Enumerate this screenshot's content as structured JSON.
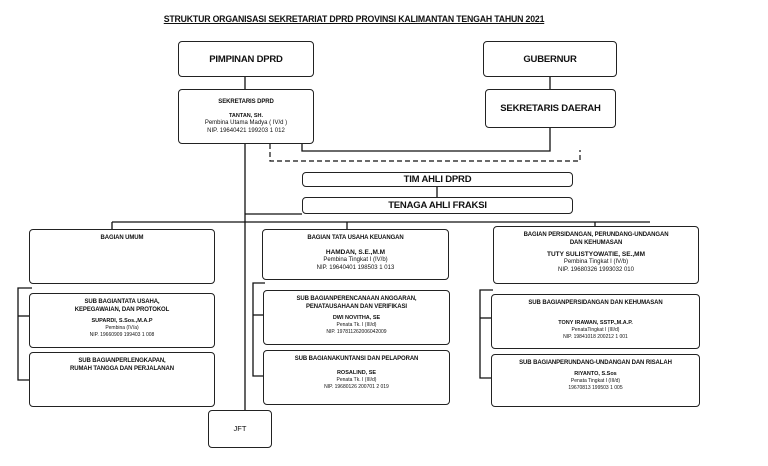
{
  "title": "STRUKTUR ORGANISASI SEKRETARIAT DPRD PROVINSI KALIMANTAN TENGAH TAHUN 2021",
  "pimpinan": "PIMPINAN DPRD",
  "gubernur": "GUBERNUR",
  "sekretaris_daerah": "SEKRETARIS DAERAH",
  "sekretaris_dprd": {
    "title": "SEKRETARIS DPRD",
    "name": "TANTAN, SH.",
    "rank": "Pembina Utama Madya ( IV/d )",
    "nip": "NIP. 19640421  199203 1 012"
  },
  "tim_ahli": "TIM AHLI DPRD",
  "tenaga_ahli": "TENAGA AHLI FRAKSI",
  "bagian_umum": {
    "title": "BAGIAN UMUM",
    "sub1": {
      "title_1": "SUB BAGIANTATA USAHA,",
      "title_2": "KEPEGAWAIAN, DAN PROTOKOL",
      "name": "SUPARDI, S.Sos.,M.A.P",
      "rank": "Pembina (IV/a)",
      "nip": "NIP. 19660909 199403 1 008"
    },
    "sub2": {
      "title_1": "SUB BAGIANPERLENGKAPAN,",
      "title_2": "RUMAH TANGGA DAN PERJALANAN"
    }
  },
  "bagian_keuangan": {
    "title": "BAGIAN TATA USAHA KEUANGAN",
    "name": "HAMDAN, S.E.,M.M",
    "rank": "Pembina Tingkat I (IV/b)",
    "nip": "NIP. 19640401 198503 1 013",
    "sub1": {
      "title_1": "SUB BAGIANPERENCANAAN ANGGARAN,",
      "title_2": "PENATAUSAHAAN DAN VERIFIKASI",
      "name": "DWI NOVITHA, SE",
      "rank": "Penata Tk. I  (III/d)",
      "nip": "NIP. 197811262006042009"
    },
    "sub2": {
      "title_1": "SUB BAGIANAKUNTANSI DAN PELAPORAN",
      "name": "ROSALIND, SE",
      "rank": "Penata Tk. I  (III/d)",
      "nip": "NIP. 19680126 200701 2 019"
    }
  },
  "bagian_persidangan": {
    "title_1": "BAGIAN PERSIDANGAN, PERUNDANG-UNDANGAN",
    "title_2": "DAN KEHUMASAN",
    "name": "TUTY SULISTYOWATIE, SE.,MM",
    "rank": "Pembina Tingkat I (IV/b)",
    "nip": "NIP. 19680326 1993032 010",
    "sub1": {
      "title_1": "SUB BAGIANPERSIDANGAN DAN KEHUMASAN",
      "name": "TONY IRAWAN, SSTP.,M.A.P.",
      "rank": "PenataTingkat I (III/d)",
      "nip": "NIP. 19841018 200212 1 001"
    },
    "sub2": {
      "title_1": "SUB BAGIANPERUNDANG-UNDANGAN DAN RISALAH",
      "name": "RIYANTO, S.Sos",
      "rank": "Penata Tingkat I (III/d)",
      "nip": "19670813 199503 1 005"
    }
  },
  "jft": "JFT"
}
